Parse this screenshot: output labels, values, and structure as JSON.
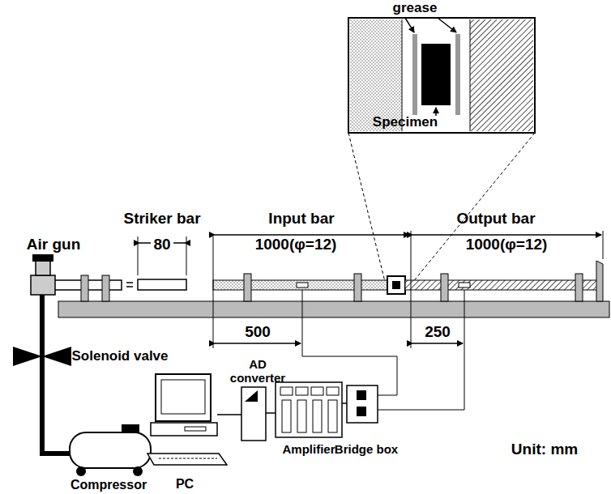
{
  "diagram": {
    "labels": [
      "grease",
      "Specimen",
      "Striker bar",
      "80",
      "Input bar",
      "1000(φ=12)",
      "Output bar",
      "1000(φ=12)",
      "Air gun",
      "Solenoid valve",
      "500",
      "250",
      "AD converter",
      "Amplifier",
      "Bridge box",
      "Unit: mm",
      "Compressor",
      "PC"
    ]
  }
}
